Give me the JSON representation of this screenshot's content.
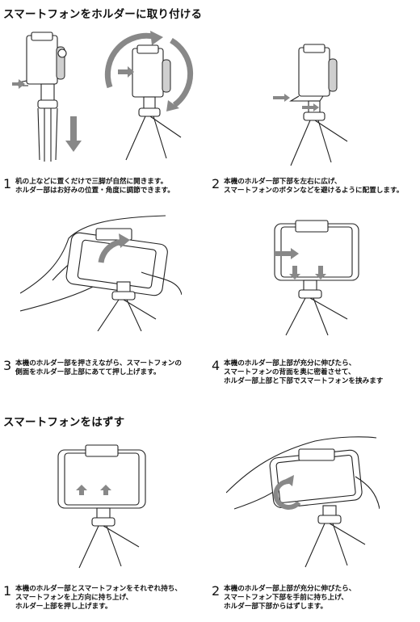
{
  "sections": [
    {
      "title": "スマートフォンをホルダーに取り付ける"
    },
    {
      "title": "スマートフォンをはずす"
    }
  ],
  "steps": [
    {
      "num": "1",
      "lines": [
        "机の上などに置くだけで三脚が自然に開きます。",
        "ホルダー部はお好みの位置・角度に調節できます。"
      ]
    },
    {
      "num": "2",
      "lines": [
        "本機のホルダー部下部を左右に広げ、",
        "スマートフォンのボタンなどを避けるように配置します。"
      ]
    },
    {
      "num": "3",
      "lines": [
        "本機のホルダー部を押さえながら、スマートフォンの",
        "側面をホルダー部上部にあてて押し上げます。"
      ]
    },
    {
      "num": "4",
      "lines": [
        "本機のホルダー部上部が充分に伸びたら、",
        "スマートフォンの背面を奥に密着させて、",
        "ホルダー部上部と下部でスマートフォンを挟みます"
      ]
    },
    {
      "num": "1",
      "lines": [
        "本機のホルダー部とスマートフォンをそれぞれ持ち、",
        "スマートフォンを上方向に持ち上げ、",
        "ホルダー上部を押し上げます。"
      ]
    },
    {
      "num": "2",
      "lines": [
        "本機のホルダー部上部が充分に伸びたら、",
        "スマートフォン下部を手前に持ち上げ、",
        "ホルダー部下部からはずします。"
      ]
    }
  ]
}
